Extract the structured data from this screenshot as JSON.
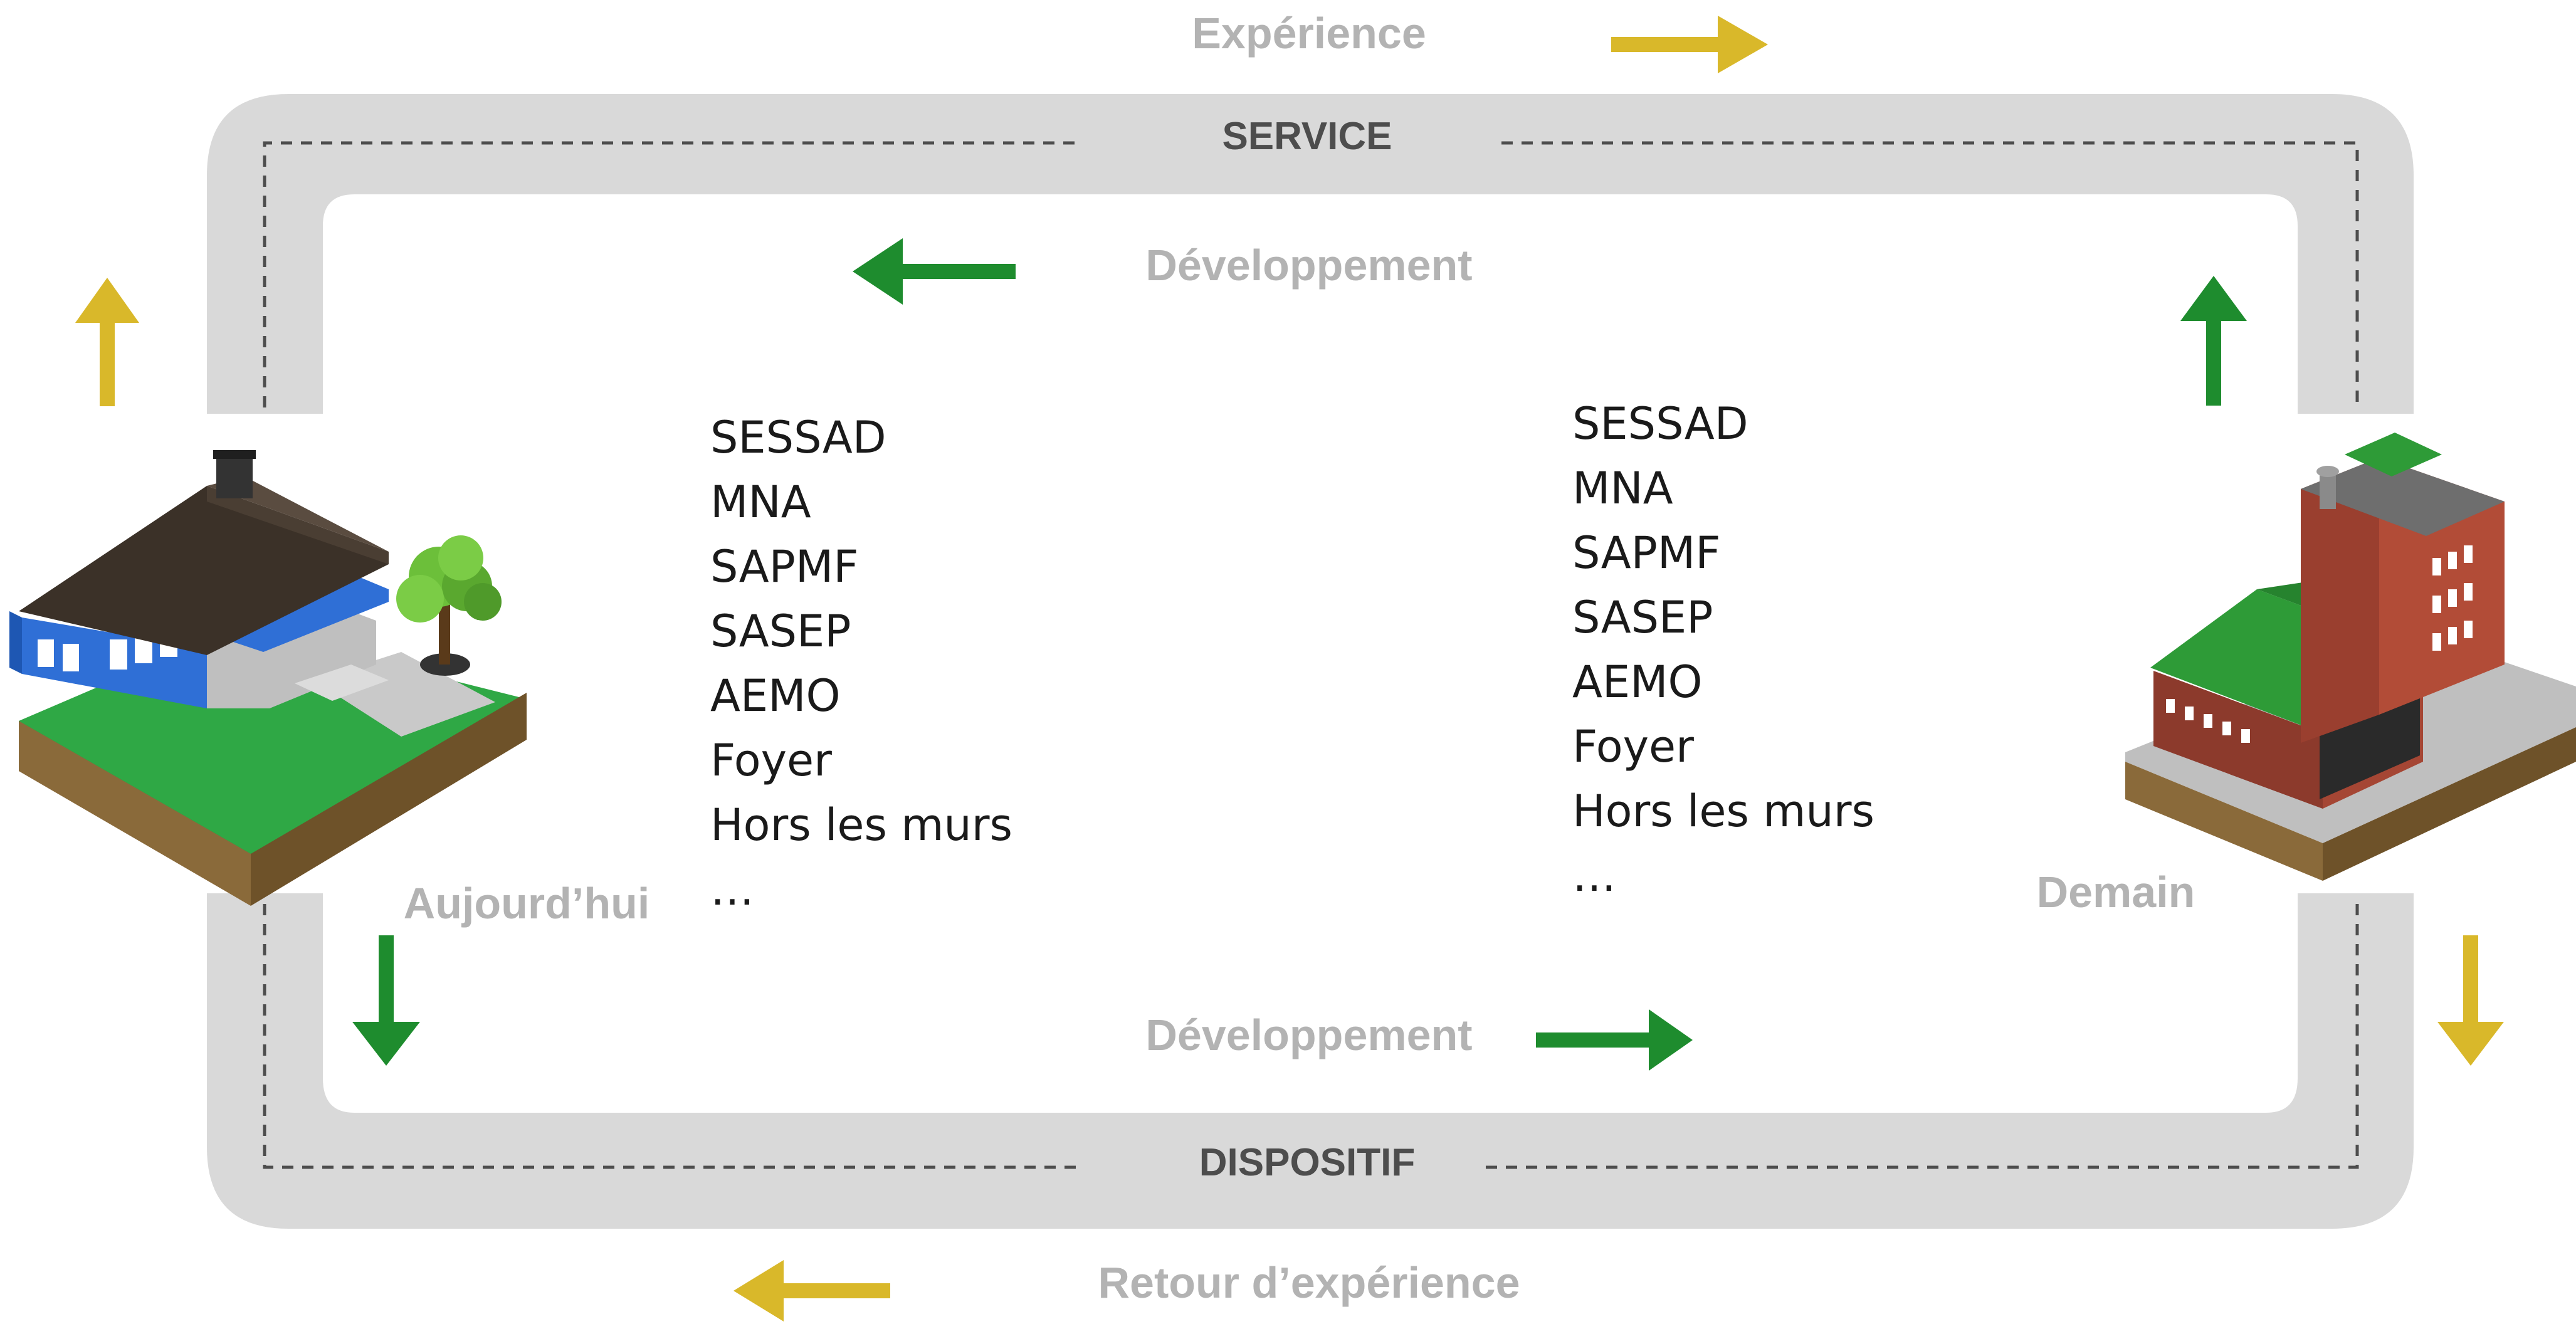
{
  "colors": {
    "road": "#d9d9d9",
    "road_dash": "#4d4d4d",
    "arrow_yellow": "#d9b82a",
    "arrow_green": "#1e8c2e",
    "label_grey": "#b3b3b3",
    "road_label": "#4d4d4d"
  },
  "labels": {
    "experience": "Expérience",
    "service": "SERVICE",
    "development_top": "Développement",
    "development_bottom": "Développement",
    "dispositif": "DISPOSITIF",
    "retour": "Retour d’expérience",
    "today": "Aujourd’hui",
    "tomorrow": "Demain"
  },
  "left_list": [
    "SESSAD",
    "MNA",
    "SAPMF",
    "SASEP",
    "AEMO",
    "Foyer",
    "Hors les murs",
    "…"
  ],
  "right_list": [
    "SESSAD",
    "MNA",
    "SAPMF",
    "SASEP",
    "AEMO",
    "Foyer",
    "Hors les murs",
    "…"
  ],
  "icons": {
    "house": "house-icon",
    "factory": "factory-icon",
    "tree": "tree-icon"
  }
}
